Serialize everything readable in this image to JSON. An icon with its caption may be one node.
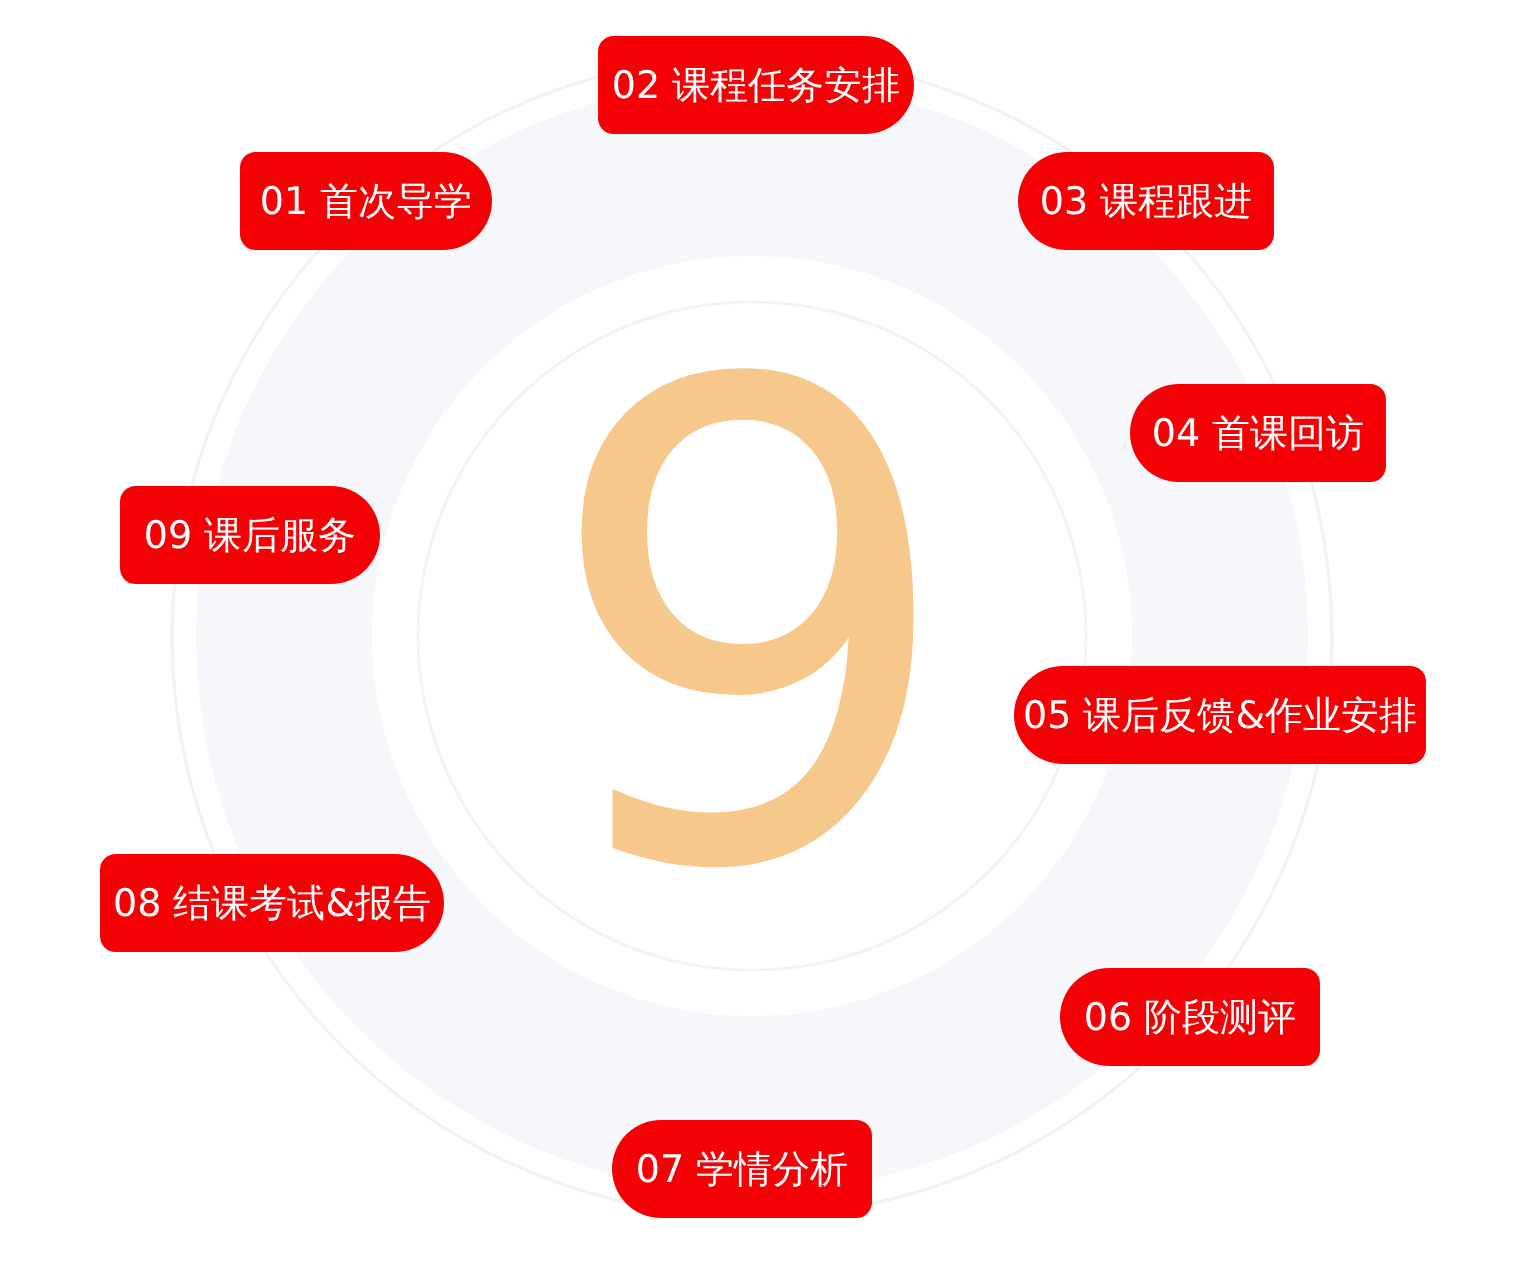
{
  "diagram": {
    "nodes": [
      {
        "text": [
          "01 首次导学"
        ]
      },
      {
        "text": [
          "02 课程任务安排"
        ]
      },
      {
        "text": [
          "03 课程跟进"
        ]
      },
      {
        "text": [
          "04 首课回访"
        ]
      },
      {
        "text": [
          "05 课后反馈&作业安排"
        ]
      },
      {
        "text": [
          "06 阶段测评"
        ]
      },
      {
        "text": [
          "07 学情分析"
        ]
      },
      {
        "text": [
          "08 结课考试&报告"
        ]
      },
      {
        "text": [
          "09 课后服务"
        ]
      }
    ],
    "labels": [
      "9"
    ]
  }
}
